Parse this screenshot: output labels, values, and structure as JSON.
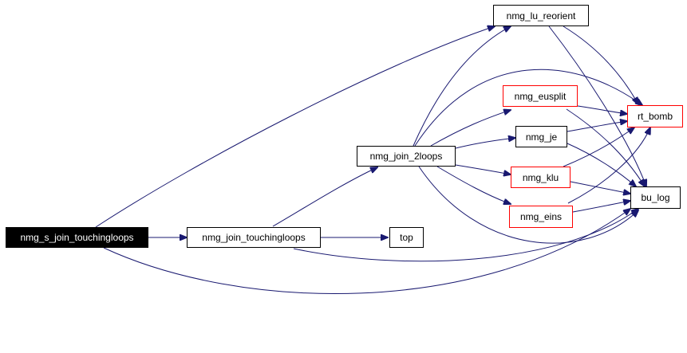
{
  "nodes": {
    "root": "nmg_s_join_touchingloops",
    "join_touchingloops": "nmg_join_touchingloops",
    "top": "top",
    "join_2loops": "nmg_join_2loops",
    "lu_reorient": "nmg_lu_reorient",
    "eusplit": "nmg_eusplit",
    "je": "nmg_je",
    "klu": "nmg_klu",
    "eins": "nmg_eins",
    "rt_bomb": "rt_bomb",
    "bu_log": "bu_log"
  },
  "colors": {
    "edge": "#191970",
    "highlight_border": "#ff0000",
    "root_fill": "#000000"
  }
}
